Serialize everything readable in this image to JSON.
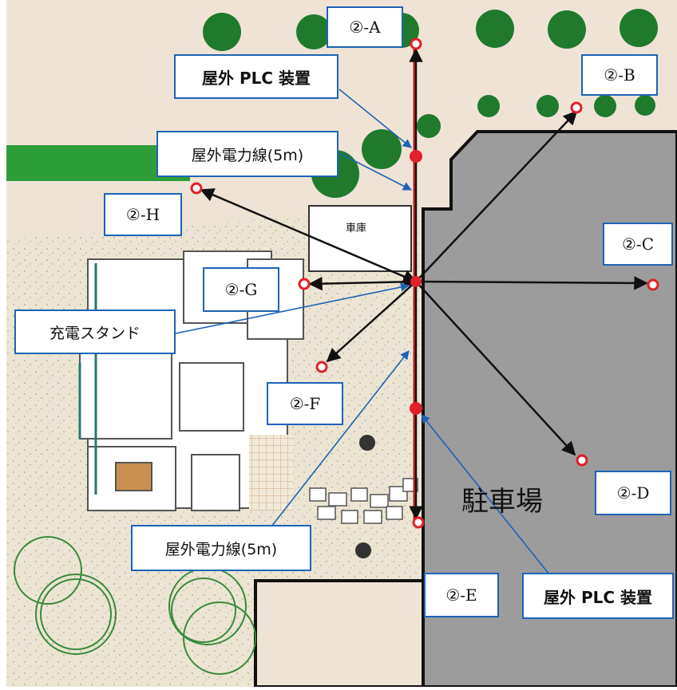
{
  "labels": {
    "point_a": "②-A",
    "point_b": "②-B",
    "point_c": "②-C",
    "point_d": "②-D",
    "point_e": "②-E",
    "point_f": "②-F",
    "point_g": "②-G",
    "point_h": "②-H",
    "plc_top": "屋外 PLC 装置",
    "plc_bottom": "屋外 PLC 装置",
    "power_line_top": "屋外電力線(5m)",
    "power_line_bottom": "屋外電力線(5m)",
    "charging_stand": "充電スタンド",
    "garage": "車庫",
    "parking_lot": "駐車場"
  },
  "colors": {
    "accent_border": "#1e63b5",
    "measurement_point": "#e0202a",
    "parking_gray": "#9c9c9c",
    "lawn_green": "#2e9e3a",
    "tree_green": "#1f7a2c",
    "ground_beige": "#efe3d6",
    "yard_gravel": "#ece5d3"
  }
}
